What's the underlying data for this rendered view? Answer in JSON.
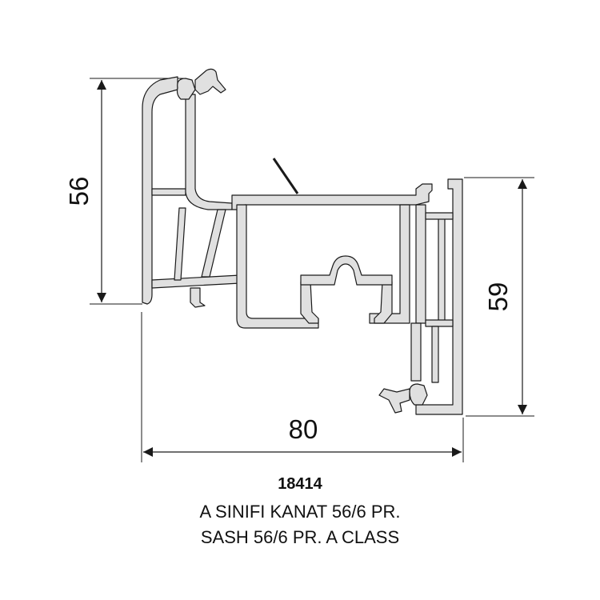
{
  "dimensions": {
    "height_left": "56",
    "height_right": "59",
    "width_bottom": "80"
  },
  "caption": {
    "code": "18414",
    "line1": "A SINIFI KANAT 56/6 PR.",
    "line2": "SASH 56/6 PR. A CLASS"
  },
  "colors": {
    "profile_fill": "#e0e0e0",
    "profile_stroke": "#1a1a1a",
    "dimension_line": "#1a1a1a"
  }
}
